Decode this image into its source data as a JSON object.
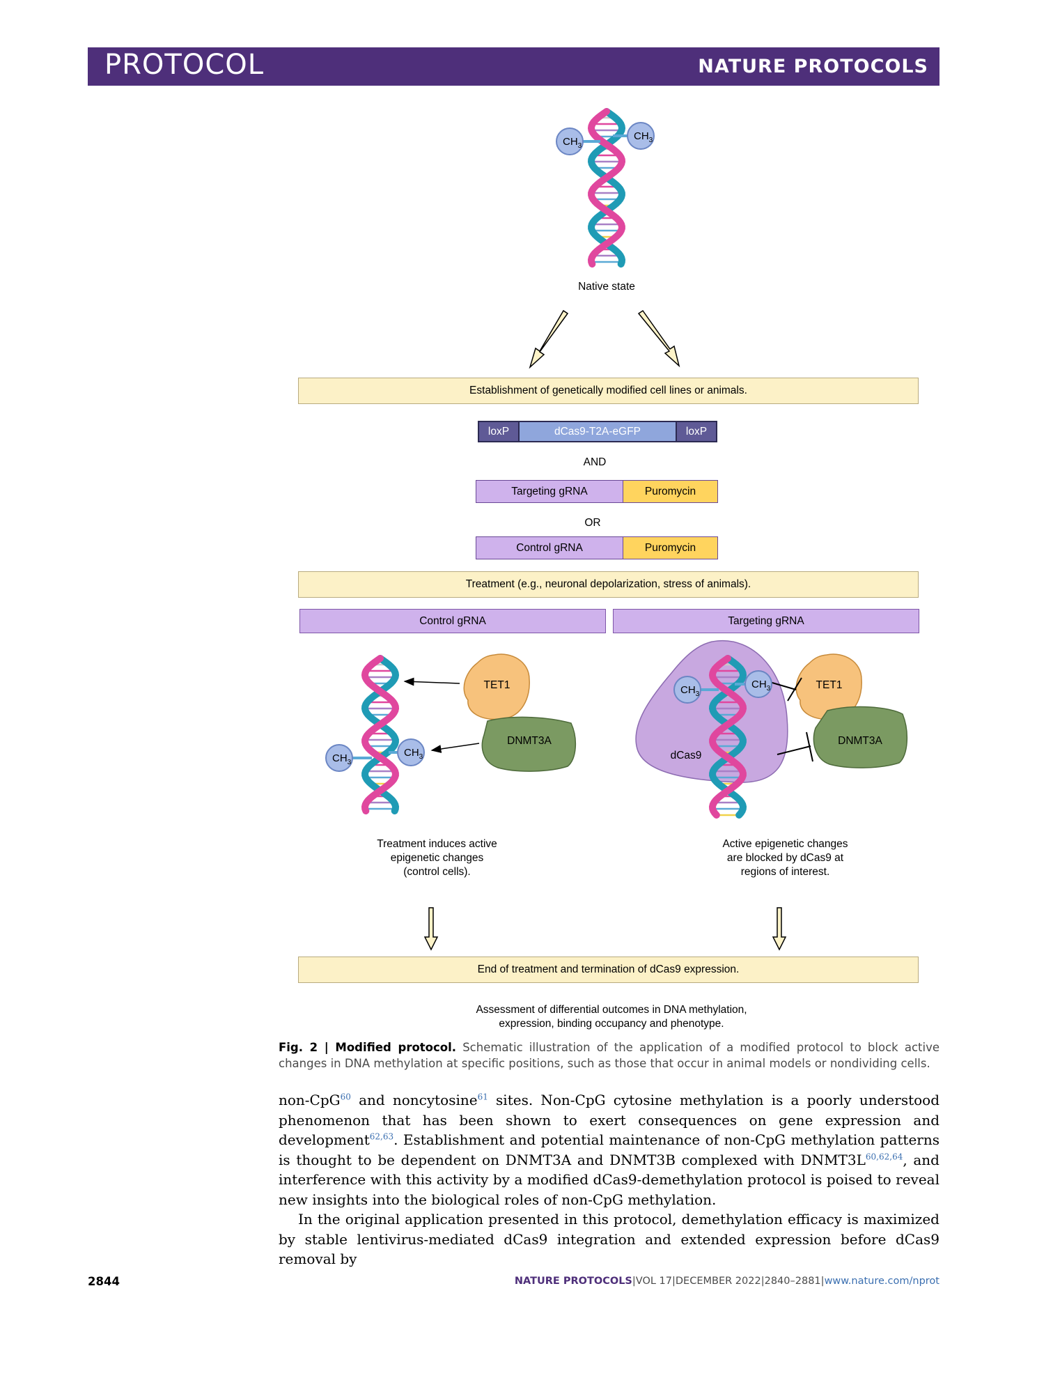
{
  "header": {
    "left": "PROTOCOL",
    "right": "NATURE PROTOCOLS"
  },
  "figure": {
    "native_state": "Native state",
    "ch3_label": "CH",
    "ch3_sub": "3",
    "establishment": "Establishment of genetically modified cell lines or animals.",
    "loxp": "loxP",
    "dcas9_construct": "dCas9-T2A-eGFP",
    "and": "AND",
    "or": "OR",
    "targeting_grna": "Targeting gRNA",
    "control_grna": "Control gRNA",
    "puromycin": "Puromycin",
    "treatment": "Treatment (e.g., neuronal depolarization, stress of animals).",
    "tet1": "TET1",
    "dnmt3a": "DNMT3A",
    "dcas9": "dCas9",
    "left_outcome": [
      "Treatment induces active",
      "epigenetic changes",
      "(control cells)."
    ],
    "right_outcome": [
      "Active epigenetic changes",
      "are blocked by dCas9 at",
      "regions of interest."
    ],
    "end_treatment": "End of treatment and termination of dCas9 expression.",
    "assessment": [
      "Assessment of differential outcomes in DNA methylation,",
      "expression, binding occupancy and phenotype."
    ]
  },
  "caption": {
    "label": "Fig. 2 | Modified protocol.",
    "text": " Schematic illustration of the application of a modified protocol to block active changes in DNA methylation at specific positions, such as those that occur in animal models or nondividing cells."
  },
  "body": {
    "p1": [
      {
        "t": "non-CpG"
      },
      {
        "sup": "60"
      },
      {
        "t": " and noncytosine"
      },
      {
        "sup": "61"
      },
      {
        "t": " sites. Non-CpG cytosine methylation is a poorly understood phe­nomenon that has been shown to exert consequences on gene expression and development"
      },
      {
        "sup": "62,63"
      },
      {
        "t": ". Establishment and potential maintenance of non-CpG methylation patterns is thought to be dependent on DNMT3A and DNMT3B complexed with DNMT3L"
      },
      {
        "sup": "60,62,64"
      },
      {
        "t": ", and interference with this activity by a modified dCas9-demethylation protocol is poised to reveal new insights into the bio­logical roles of non-CpG methylation."
      }
    ],
    "p2": "In the original application presented in this protocol, demethylation efficacy is maximized by stable lentivirus-mediated dCas9 integration and extended expression before dCas9 removal by"
  },
  "footer": {
    "page": "2844",
    "journal": "NATURE PROTOCOLS",
    "sep": "|",
    "vol": "VOL 17",
    "date": "DECEMBER 2022",
    "pages": "2840–2881",
    "url": "www.nature.com/nprot"
  },
  "colors": {
    "header": "#4e2f7a",
    "strand_pink": "#e0479e",
    "strand_teal": "#1f9bb5",
    "ch3_fill": "#a9bde8",
    "tet1": "#f7c27c",
    "dnmt3a": "#7b9a62",
    "dcas9": "#c8a8e0"
  }
}
